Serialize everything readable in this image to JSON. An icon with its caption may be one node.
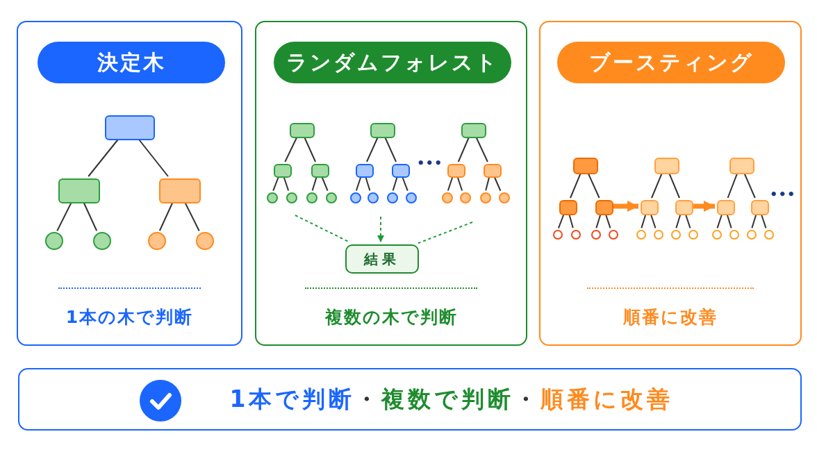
{
  "diagram": {
    "nodes": [
      {
        "text": [
          "1本の木で判断"
        ]
      },
      {
        "text": [
          "決定木"
        ],
        "in": 0
      },
      {
        "text": [],
        "shape": "box",
        "in": 0
      },
      {
        "text": [],
        "shape": "box",
        "in": 0
      },
      {
        "text": [],
        "shape": "box",
        "in": 0
      },
      {
        "text": [],
        "shape": "circle",
        "in": 0
      },
      {
        "text": [],
        "shape": "circle",
        "in": 0
      },
      {
        "text": [],
        "shape": "circle",
        "in": 0
      },
      {
        "text": [],
        "shape": "circle",
        "in": 0
      },
      {
        "text": [
          "複数の木で判断"
        ]
      },
      {
        "text": [
          "ランダムフォレスト"
        ],
        "in": 9
      },
      {
        "text": [],
        "shape": "box",
        "in": 9
      },
      {
        "text": [],
        "shape": "box",
        "in": 9
      },
      {
        "text": [],
        "shape": "box",
        "in": 9
      },
      {
        "text": [],
        "shape": "circle",
        "in": 9
      },
      {
        "text": [],
        "shape": "circle",
        "in": 9
      },
      {
        "text": [],
        "shape": "circle",
        "in": 9
      },
      {
        "text": [],
        "shape": "circle",
        "in": 9
      },
      {
        "text": [],
        "shape": "box",
        "in": 9
      },
      {
        "text": [],
        "shape": "box",
        "in": 9
      },
      {
        "text": [],
        "shape": "box",
        "in": 9
      },
      {
        "text": [],
        "shape": "circle",
        "in": 9
      },
      {
        "text": [],
        "shape": "circle",
        "in": 9
      },
      {
        "text": [],
        "shape": "circle",
        "in": 9
      },
      {
        "text": [],
        "shape": "circle",
        "in": 9
      },
      {
        "text": [],
        "shape": "box",
        "in": 9
      },
      {
        "text": [],
        "shape": "box",
        "in": 9
      },
      {
        "text": [],
        "shape": "box",
        "in": 9
      },
      {
        "text": [],
        "shape": "circle",
        "in": 9
      },
      {
        "text": [],
        "shape": "circle",
        "in": 9
      },
      {
        "text": [],
        "shape": "circle",
        "in": 9
      },
      {
        "text": [],
        "shape": "circle",
        "in": 9
      },
      {
        "text": [
          "結果"
        ],
        "in": 9
      },
      {
        "text": [
          "順番に改善"
        ]
      },
      {
        "text": [
          "ブースティング"
        ],
        "in": 33
      },
      {
        "text": [],
        "shape": "box",
        "in": 33
      },
      {
        "text": [],
        "shape": "box",
        "in": 33
      },
      {
        "text": [],
        "shape": "box",
        "in": 33
      },
      {
        "text": [],
        "shape": "circle",
        "in": 33
      },
      {
        "text": [],
        "shape": "circle",
        "in": 33
      },
      {
        "text": [],
        "shape": "circle",
        "in": 33
      },
      {
        "text": [],
        "shape": "circle",
        "in": 33
      },
      {
        "text": [],
        "shape": "box",
        "in": 33
      },
      {
        "text": [],
        "shape": "box",
        "in": 33
      },
      {
        "text": [],
        "shape": "box",
        "in": 33
      },
      {
        "text": [],
        "shape": "circle",
        "in": 33
      },
      {
        "text": [],
        "shape": "circle",
        "in": 33
      },
      {
        "text": [],
        "shape": "circle",
        "in": 33
      },
      {
        "text": [],
        "shape": "circle",
        "in": 33
      },
      {
        "text": [],
        "shape": "box",
        "in": 33
      },
      {
        "text": [],
        "shape": "box",
        "in": 33
      },
      {
        "text": [],
        "shape": "box",
        "in": 33
      },
      {
        "text": [],
        "shape": "circle",
        "in": 33
      },
      {
        "text": [],
        "shape": "circle",
        "in": 33
      },
      {
        "text": [],
        "shape": "circle",
        "in": 33
      },
      {
        "text": [],
        "shape": "circle",
        "in": 33
      },
      {
        "text": [
          "1本で判断",
          "・",
          "複数で判断",
          "・",
          "順番に改善"
        ]
      },
      {
        "text": [],
        "shape": "circle",
        "in": 56
      }
    ],
    "edges": [
      {
        "from": 2,
        "to": 3,
        "arrow": "none"
      },
      {
        "from": 2,
        "to": 4,
        "arrow": "none"
      },
      {
        "from": 3,
        "to": 5,
        "arrow": "none"
      },
      {
        "from": 3,
        "to": 6,
        "arrow": "none"
      },
      {
        "from": 4,
        "to": 7,
        "arrow": "none"
      },
      {
        "from": 4,
        "to": 8,
        "arrow": "none"
      },
      {
        "from": 11,
        "to": 12,
        "arrow": "none"
      },
      {
        "from": 11,
        "to": 13,
        "arrow": "none"
      },
      {
        "from": 12,
        "to": 14,
        "arrow": "none"
      },
      {
        "from": 12,
        "to": 15,
        "arrow": "none"
      },
      {
        "from": 13,
        "to": 16,
        "arrow": "none"
      },
      {
        "from": 13,
        "to": 17,
        "arrow": "none"
      },
      {
        "from": 18,
        "to": 19,
        "arrow": "none"
      },
      {
        "from": 18,
        "to": 20,
        "arrow": "none"
      },
      {
        "from": 19,
        "to": 21,
        "arrow": "none"
      },
      {
        "from": 19,
        "to": 22,
        "arrow": "none"
      },
      {
        "from": 20,
        "to": 23,
        "arrow": "none"
      },
      {
        "from": 20,
        "to": 24,
        "arrow": "none"
      },
      {
        "from": 25,
        "to": 26,
        "arrow": "none"
      },
      {
        "from": 25,
        "to": 27,
        "arrow": "none"
      },
      {
        "from": 26,
        "to": 28,
        "arrow": "none"
      },
      {
        "from": 26,
        "to": 29,
        "arrow": "none"
      },
      {
        "from": 27,
        "to": 30,
        "arrow": "none"
      },
      {
        "from": 27,
        "to": 31,
        "arrow": "none"
      },
      {
        "from": null,
        "to": 32,
        "arrow": "none",
        "style": "dashed",
        "color": "#1e9b3a"
      },
      {
        "from": null,
        "to": 32,
        "arrow": "to",
        "style": "dashed",
        "color": "#1e9b3a"
      },
      {
        "from": null,
        "to": 32,
        "arrow": "none",
        "style": "dashed",
        "color": "#1e9b3a"
      },
      {
        "from": 35,
        "to": 36,
        "arrow": "none"
      },
      {
        "from": 35,
        "to": 37,
        "arrow": "none"
      },
      {
        "from": 36,
        "to": 38,
        "arrow": "none"
      },
      {
        "from": 36,
        "to": 39,
        "arrow": "none"
      },
      {
        "from": 37,
        "to": 40,
        "arrow": "none"
      },
      {
        "from": 37,
        "to": 41,
        "arrow": "none"
      },
      {
        "from": 37,
        "to": 43,
        "arrow": "to",
        "style": "thick",
        "color": "#ff8a1e"
      },
      {
        "from": 42,
        "to": 43,
        "arrow": "none"
      },
      {
        "from": 42,
        "to": 44,
        "arrow": "none"
      },
      {
        "from": 43,
        "to": 45,
        "arrow": "none"
      },
      {
        "from": 43,
        "to": 46,
        "arrow": "none"
      },
      {
        "from": 44,
        "to": 47,
        "arrow": "none"
      },
      {
        "from": 44,
        "to": 48,
        "arrow": "none"
      },
      {
        "from": 44,
        "to": 50,
        "arrow": "to",
        "style": "thick",
        "color": "#ff8a1e"
      },
      {
        "from": 49,
        "to": 50,
        "arrow": "none"
      },
      {
        "from": 49,
        "to": 51,
        "arrow": "none"
      },
      {
        "from": 50,
        "to": 52,
        "arrow": "none"
      },
      {
        "from": 50,
        "to": 53,
        "arrow": "none"
      },
      {
        "from": 51,
        "to": 54,
        "arrow": "none"
      },
      {
        "from": 51,
        "to": 55,
        "arrow": "none"
      }
    ],
    "labels": [
      "•••",
      "•••"
    ]
  }
}
